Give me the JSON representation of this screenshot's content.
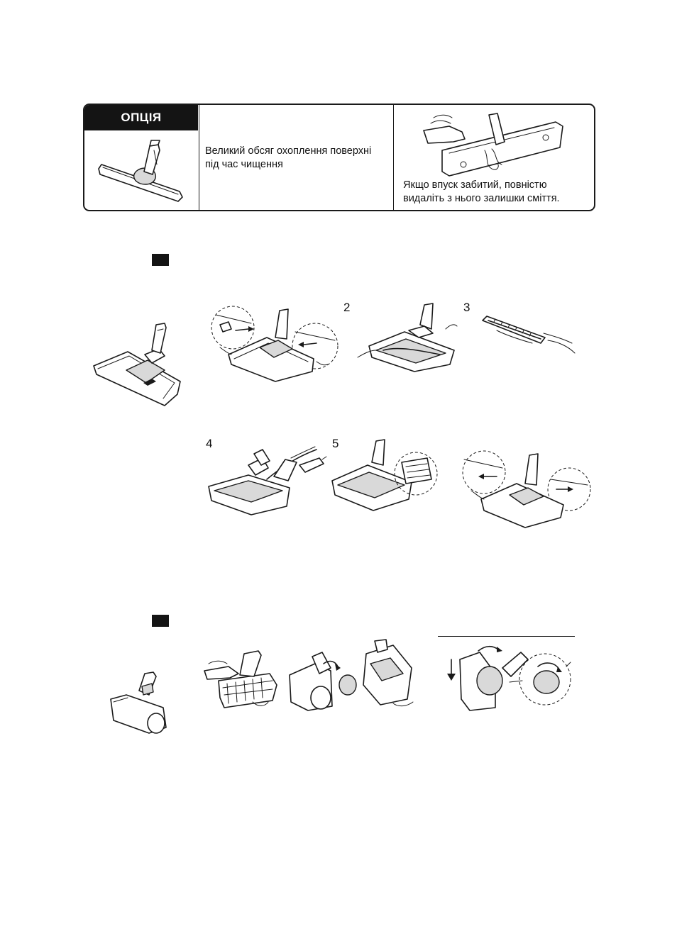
{
  "option": {
    "badge_label": "ОПЦІЯ",
    "description_lines": [
      "Великий обсяг охоплення поверхні",
      "під час чищення"
    ],
    "note_lines": [
      "Якщо впуск забитий, повністю",
      "видаліть з нього залишки сміття."
    ]
  },
  "steps": {
    "step2": "2",
    "step3": "3",
    "step4": "4",
    "step5": "5"
  },
  "icons": {
    "section_marker": "black-square-icon",
    "arrows": "arrow-icon"
  },
  "colors": {
    "ink": "#1a1a1a",
    "badge_bg": "#141414",
    "badge_text": "#ffffff"
  }
}
